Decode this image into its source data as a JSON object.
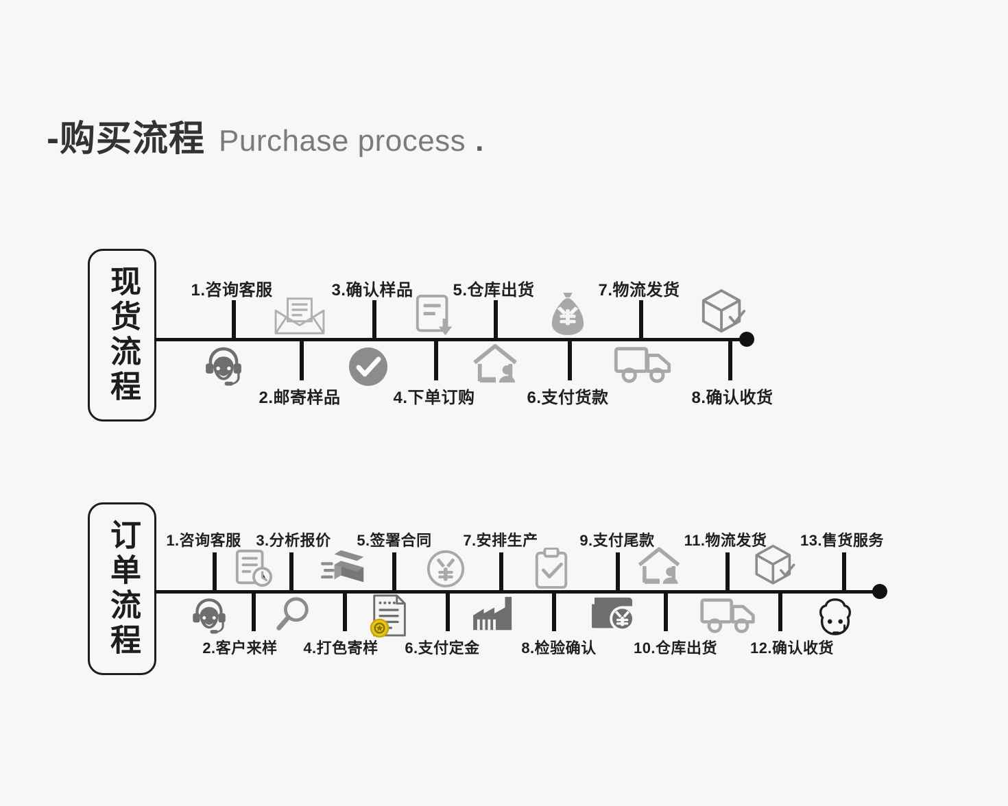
{
  "title": {
    "dash": "-",
    "cn": "购买流程",
    "en": "Purchase process",
    "dot": "."
  },
  "sections": [
    {
      "id": "stock",
      "box_label": "现货流程",
      "steps": [
        {
          "num": "1",
          "label": "1.咨询客服",
          "side": "top",
          "icon": "headset-agent-icon"
        },
        {
          "num": "2",
          "label": "2.邮寄样品",
          "side": "bottom",
          "icon": "envelope-document-icon"
        },
        {
          "num": "3",
          "label": "3.确认样品",
          "side": "top",
          "icon": "check-circle-icon"
        },
        {
          "num": "4",
          "label": "4.下单订购",
          "side": "bottom",
          "icon": "order-document-download-icon"
        },
        {
          "num": "5",
          "label": "5.仓库出货",
          "side": "top",
          "icon": "warehouse-person-icon"
        },
        {
          "num": "6",
          "label": "6.支付货款",
          "side": "bottom",
          "icon": "money-bag-yuan-icon"
        },
        {
          "num": "7",
          "label": "7.物流发货",
          "side": "top",
          "icon": "delivery-truck-icon"
        },
        {
          "num": "8",
          "label": "8.确认收货",
          "side": "bottom",
          "icon": "parcel-check-icon"
        }
      ]
    },
    {
      "id": "order",
      "box_label": "订单流程",
      "steps": [
        {
          "num": "1",
          "label": "1.咨询客服",
          "side": "top",
          "icon": "headset-agent-icon"
        },
        {
          "num": "2",
          "label": "2.客户来样",
          "side": "bottom",
          "icon": "document-clock-icon"
        },
        {
          "num": "3",
          "label": "3.分析报价",
          "side": "top",
          "icon": "magnifier-icon"
        },
        {
          "num": "4",
          "label": "4.打色寄样",
          "side": "bottom",
          "icon": "open-box-icon"
        },
        {
          "num": "5",
          "label": "5.签署合同",
          "side": "top",
          "icon": "contract-seal-icon"
        },
        {
          "num": "6",
          "label": "6.支付定金",
          "side": "bottom",
          "icon": "yuan-coin-icon"
        },
        {
          "num": "7",
          "label": "7.安排生产",
          "side": "top",
          "icon": "factory-icon"
        },
        {
          "num": "8",
          "label": "8.检验确认",
          "side": "bottom",
          "icon": "clipboard-check-icon"
        },
        {
          "num": "9",
          "label": "9.支付尾款",
          "side": "top",
          "icon": "card-yuan-icon"
        },
        {
          "num": "10",
          "label": "10.仓库出货",
          "side": "bottom",
          "icon": "warehouse-person-icon"
        },
        {
          "num": "11",
          "label": "11.物流发货",
          "side": "top",
          "icon": "delivery-truck-icon"
        },
        {
          "num": "12",
          "label": "12.确认收货",
          "side": "bottom",
          "icon": "parcel-check-icon"
        },
        {
          "num": "13",
          "label": "13.售货服务",
          "side": "top",
          "icon": "service-face-icon"
        }
      ]
    }
  ],
  "colors": {
    "background": "#f7f7f6",
    "axis": "#141414",
    "text": "#1f1f1f",
    "title_cn": "#333333",
    "title_en": "#7b7b7b",
    "icon_light": "#a8a8a8",
    "icon_mid": "#8c8c8c",
    "icon_dark": "#6e6e6e",
    "seal_gold": "#e8c41c"
  }
}
